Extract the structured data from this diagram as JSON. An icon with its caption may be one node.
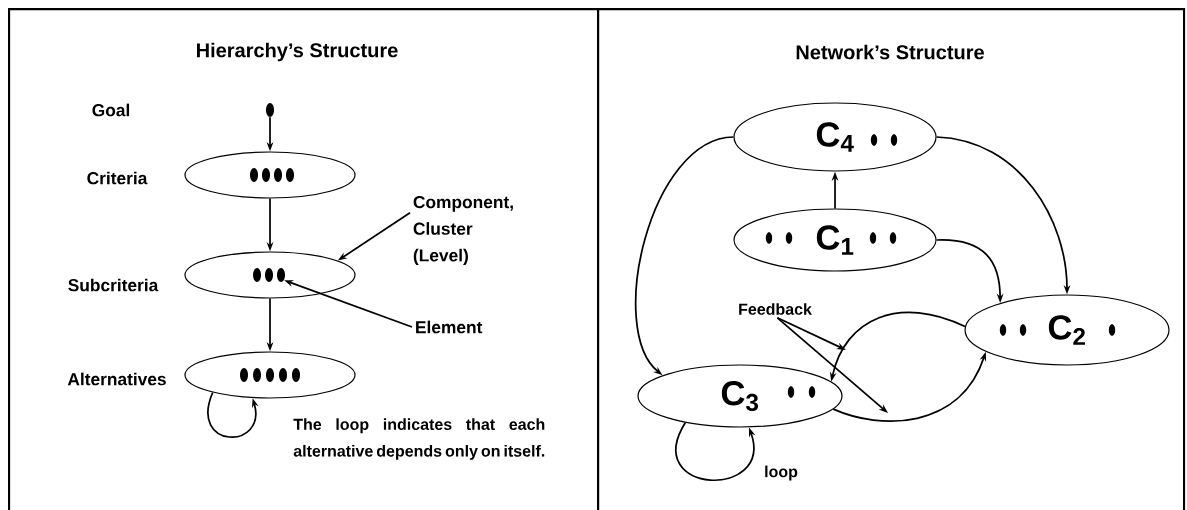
{
  "diagram": {
    "nodes": [
      {
        "text": [
          "Hierarchy’s Structure"
        ]
      },
      {
        "text": [
          "Network’s Structure"
        ]
      },
      {
        "text": [],
        "shape": "dot",
        "in": 0
      },
      {
        "text": [],
        "shape": "ellipse",
        "in": 0
      },
      {
        "text": [],
        "shape": "ellipse",
        "in": 0
      },
      {
        "text": [],
        "shape": "ellipse",
        "in": 0
      },
      {
        "text": [
          "Component, Cluster (Level)"
        ],
        "in": 0
      },
      {
        "text": [
          "Element"
        ],
        "in": 0
      },
      {
        "text": [],
        "shape": "dot",
        "in": 4
      },
      {
        "text": [
          "C$_{4}$"
        ],
        "in": 1
      },
      {
        "text": [
          "C$_{1}$"
        ],
        "in": 1
      },
      {
        "text": [
          "C$_{2}$"
        ],
        "in": 1
      },
      {
        "text": [
          "C$_{3}$"
        ],
        "in": 1
      },
      {
        "text": [
          "Feedback"
        ],
        "in": 1
      }
    ],
    "edges": [
      {
        "from": 2,
        "to": 3,
        "arrow": "to"
      },
      {
        "from": 3,
        "to": 4,
        "arrow": "to"
      },
      {
        "from": 4,
        "to": 5,
        "arrow": "to"
      },
      {
        "from": 5,
        "to": 5,
        "arrow": "to"
      },
      {
        "from": 6,
        "to": 4,
        "arrow": "to"
      },
      {
        "from": 7,
        "to": 8,
        "arrow": "to"
      },
      {
        "from": 10,
        "to": 9,
        "arrow": "to"
      },
      {
        "from": 9,
        "to": 12,
        "arrow": "to"
      },
      {
        "from": 9,
        "to": 11,
        "arrow": "to"
      },
      {
        "from": 10,
        "to": 11,
        "arrow": "to"
      },
      {
        "from": 12,
        "to": 11,
        "arrow": "to"
      },
      {
        "from": 11,
        "to": 12,
        "arrow": "to"
      },
      {
        "from": 12,
        "to": 12,
        "arrow": "to",
        "label": "loop"
      },
      {
        "from": 13,
        "to": null,
        "arrow": "to"
      },
      {
        "from": 13,
        "to": null,
        "arrow": "to"
      }
    ],
    "labels": [
      "Goal",
      "Criteria",
      "Subcriteria",
      "Alternatives",
      "The loop indicates that each alternative depends only on itself."
    ]
  }
}
